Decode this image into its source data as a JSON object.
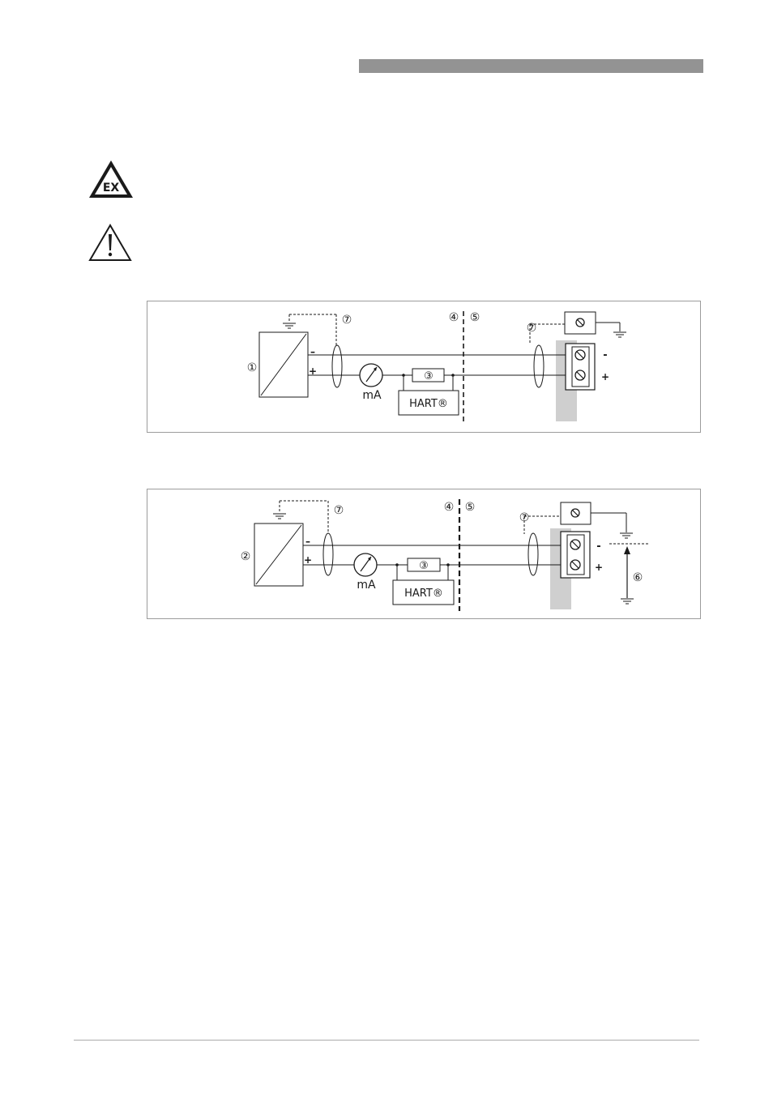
{
  "header": {
    "bar_color": "#939393"
  },
  "icons": [
    {
      "name": "ex-hazard-icon",
      "text": "EX"
    },
    {
      "name": "warning-triangle-icon"
    }
  ],
  "figure1": {
    "labels": {
      "device_number": "①",
      "resistor_number": "③",
      "zone_left_number": "④",
      "zone_right_number": "⑤",
      "shield_left_number": "⑦",
      "shield_right_number": "⑦",
      "minus_left": "–",
      "plus_left": "+",
      "minus_right": "-",
      "plus_right": "+",
      "meter_unit": "mA",
      "hart_box": "HART®"
    }
  },
  "figure2": {
    "labels": {
      "device_number": "②",
      "resistor_number": "③",
      "zone_left_number": "④",
      "zone_right_number": "⑤",
      "shield_left_number": "⑦",
      "shield_right_number": "⑦",
      "equipotential_number": "⑥",
      "minus_left": "–",
      "plus_left": "+",
      "minus_right": "-",
      "plus_right": "+",
      "meter_unit": "mA",
      "hart_box": "HART®"
    }
  },
  "footer": {
    "rule_color": "#aaaaaa"
  }
}
